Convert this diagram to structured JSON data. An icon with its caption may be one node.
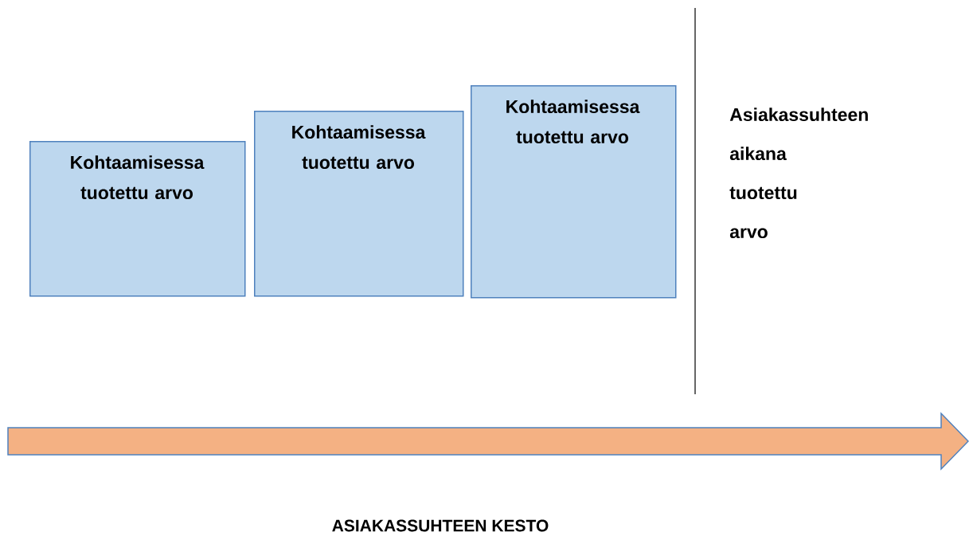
{
  "diagram": {
    "nodes": [
      {
        "text": [
          "Kohtaamisessa tuotettu arvo"
        ]
      },
      {
        "text": [
          "Kohtaamisessa tuotettu arvo"
        ]
      },
      {
        "text": [
          "Kohtaamisessa tuotettu arvo"
        ]
      }
    ],
    "labels": [
      "Asiakassuhteen aikana tuotettu arvo",
      "ASIAKASSUHTEEN KESTO"
    ]
  }
}
